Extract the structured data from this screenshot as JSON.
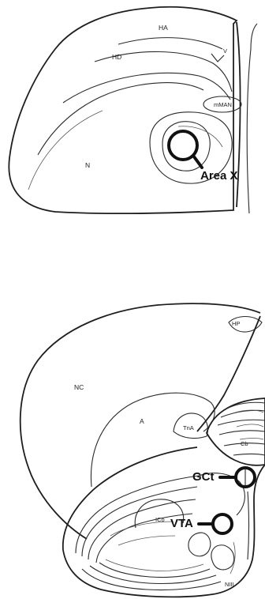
{
  "top_section": {
    "labels": {
      "ha": "HA",
      "hd": "HD",
      "v": "V",
      "mman": "mMAN",
      "n": "N"
    },
    "target": "Area X"
  },
  "bottom_section": {
    "labels": {
      "hp": "HP",
      "nc": "NC",
      "a": "A",
      "tna": "TnA",
      "cb": "Cb",
      "ico": "ICo",
      "niii": "NIII"
    },
    "targets": {
      "gct": "GCt",
      "vta": "VTA"
    }
  }
}
